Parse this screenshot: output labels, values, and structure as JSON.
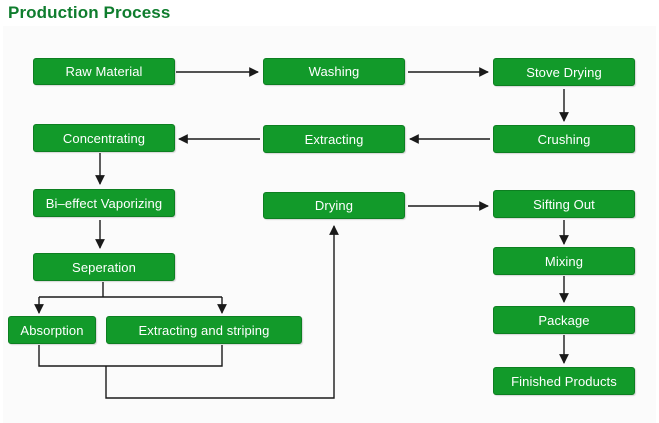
{
  "title": "Production Process",
  "colors": {
    "box_fill": "#129a2a",
    "title_text": "#0f7d2e",
    "arrow": "#1a1a1a"
  },
  "steps": {
    "raw_material": "Raw Material",
    "washing": "Washing",
    "stove_drying": "Stove Drying",
    "crushing": "Crushing",
    "extracting": "Extracting",
    "concentrating": "Concentrating",
    "bi_effect_vaporizing": "Bi–effect Vaporizing",
    "seperation": "Seperation",
    "absorption": "Absorption",
    "extracting_and_striping": "Extracting and striping",
    "drying": "Drying",
    "sifting_out": "Sifting Out",
    "mixing": "Mixing",
    "package": "Package",
    "finished_products": "Finished Products"
  }
}
